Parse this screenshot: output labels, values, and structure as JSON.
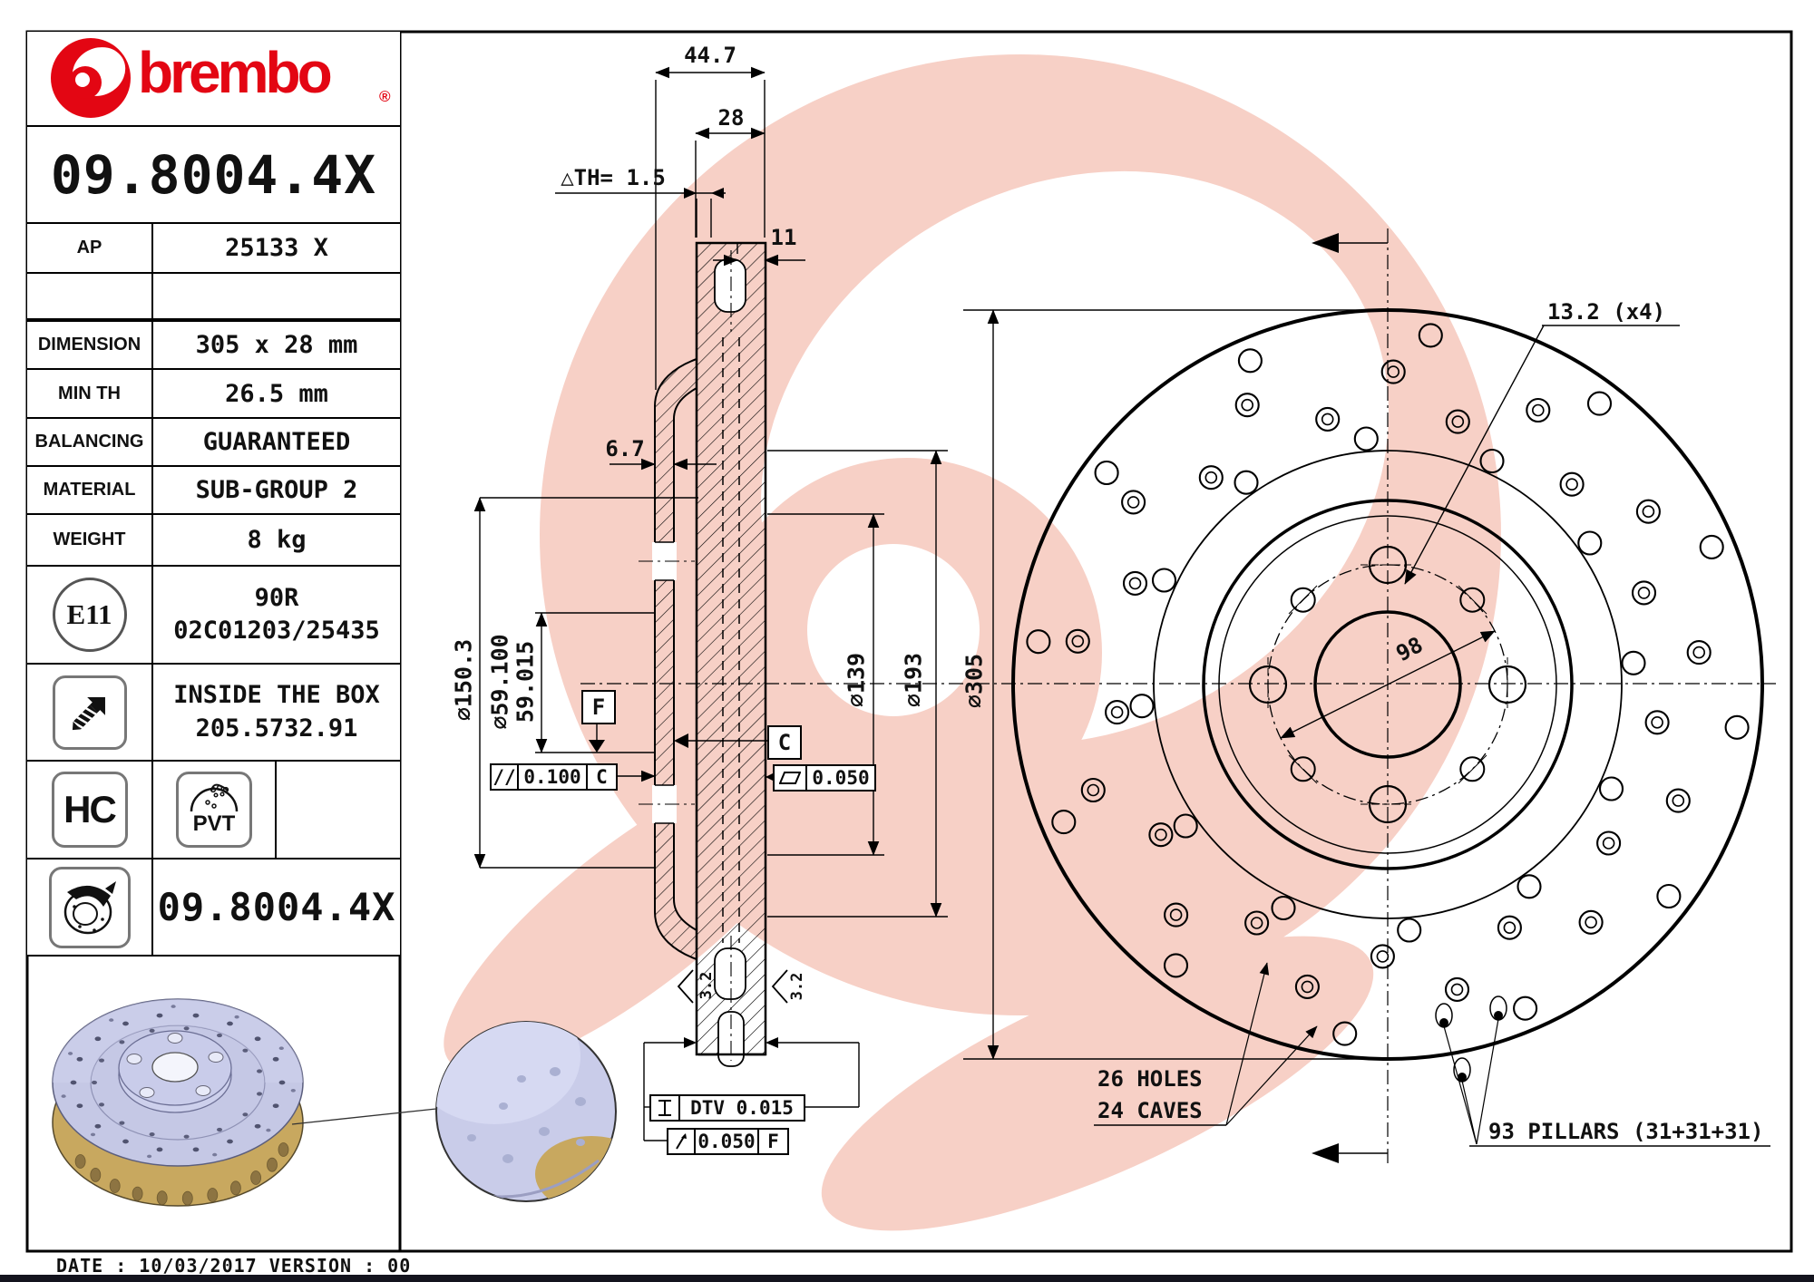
{
  "brand": {
    "name": "brembo",
    "registered": "®"
  },
  "title_block": {
    "part_number": "09.8004.4X",
    "rows": [
      {
        "label": "AP",
        "value": "25133 X"
      },
      {
        "label": "",
        "value": ""
      },
      {
        "label": "DIMENSION",
        "value": "305 x 28 mm"
      },
      {
        "label": "MIN TH",
        "value": "26.5 mm"
      },
      {
        "label": "BALANCING",
        "value": "GUARANTEED"
      },
      {
        "label": "MATERIAL",
        "value": "SUB-GROUP 2"
      },
      {
        "label": "WEIGHT",
        "value": "8 kg"
      }
    ],
    "homologation": {
      "badge": "E11",
      "line1": "90R",
      "line2": "02C01203/25435"
    },
    "inside_the_box": {
      "line1": "INSIDE THE BOX",
      "line2": "205.5732.91"
    },
    "badges": {
      "hc": "HC",
      "pvt": "PVT"
    },
    "bottom_part_number": "09.8004.4X"
  },
  "section_view": {
    "width_total": "44.7",
    "width_disc": "28",
    "th_delta": "△TH= 1.5",
    "plate": "11",
    "hat_wall": "6.7",
    "dia_hat": "⌀150.3",
    "dia_bore_line1": "⌀59.100",
    "dia_bore_line2": "59.015",
    "dia_inner": "⌀139",
    "dia_pad": "⌀193",
    "dia_outer": "⌀305",
    "roughness_left": "3.2",
    "roughness_right": "3.2",
    "datum_f": "F",
    "datum_c": "C",
    "parallelism": {
      "symbol": "//",
      "value": "0.100",
      "datum": "C"
    },
    "flatness": {
      "value": "0.050"
    },
    "dtv": {
      "value": "DTV 0.015"
    },
    "runout": {
      "value": "0.050",
      "datum": "F"
    }
  },
  "front_view": {
    "bolt_hole": "13.2 (x4)",
    "bolt_circle": "98",
    "holes_note_line1": "26 HOLES",
    "holes_note_line2": "24 CAVES",
    "pillars_note": "93 PILLARS (31+31+31)"
  },
  "footer": {
    "date_version": "DATE : 10/03/2017 VERSION : 00"
  },
  "colors": {
    "brand_red": "#e30613",
    "watermark_pink": "#f7d0c6",
    "disc_lavender": "#c5c8e5",
    "disc_gold": "#c8a85f"
  }
}
